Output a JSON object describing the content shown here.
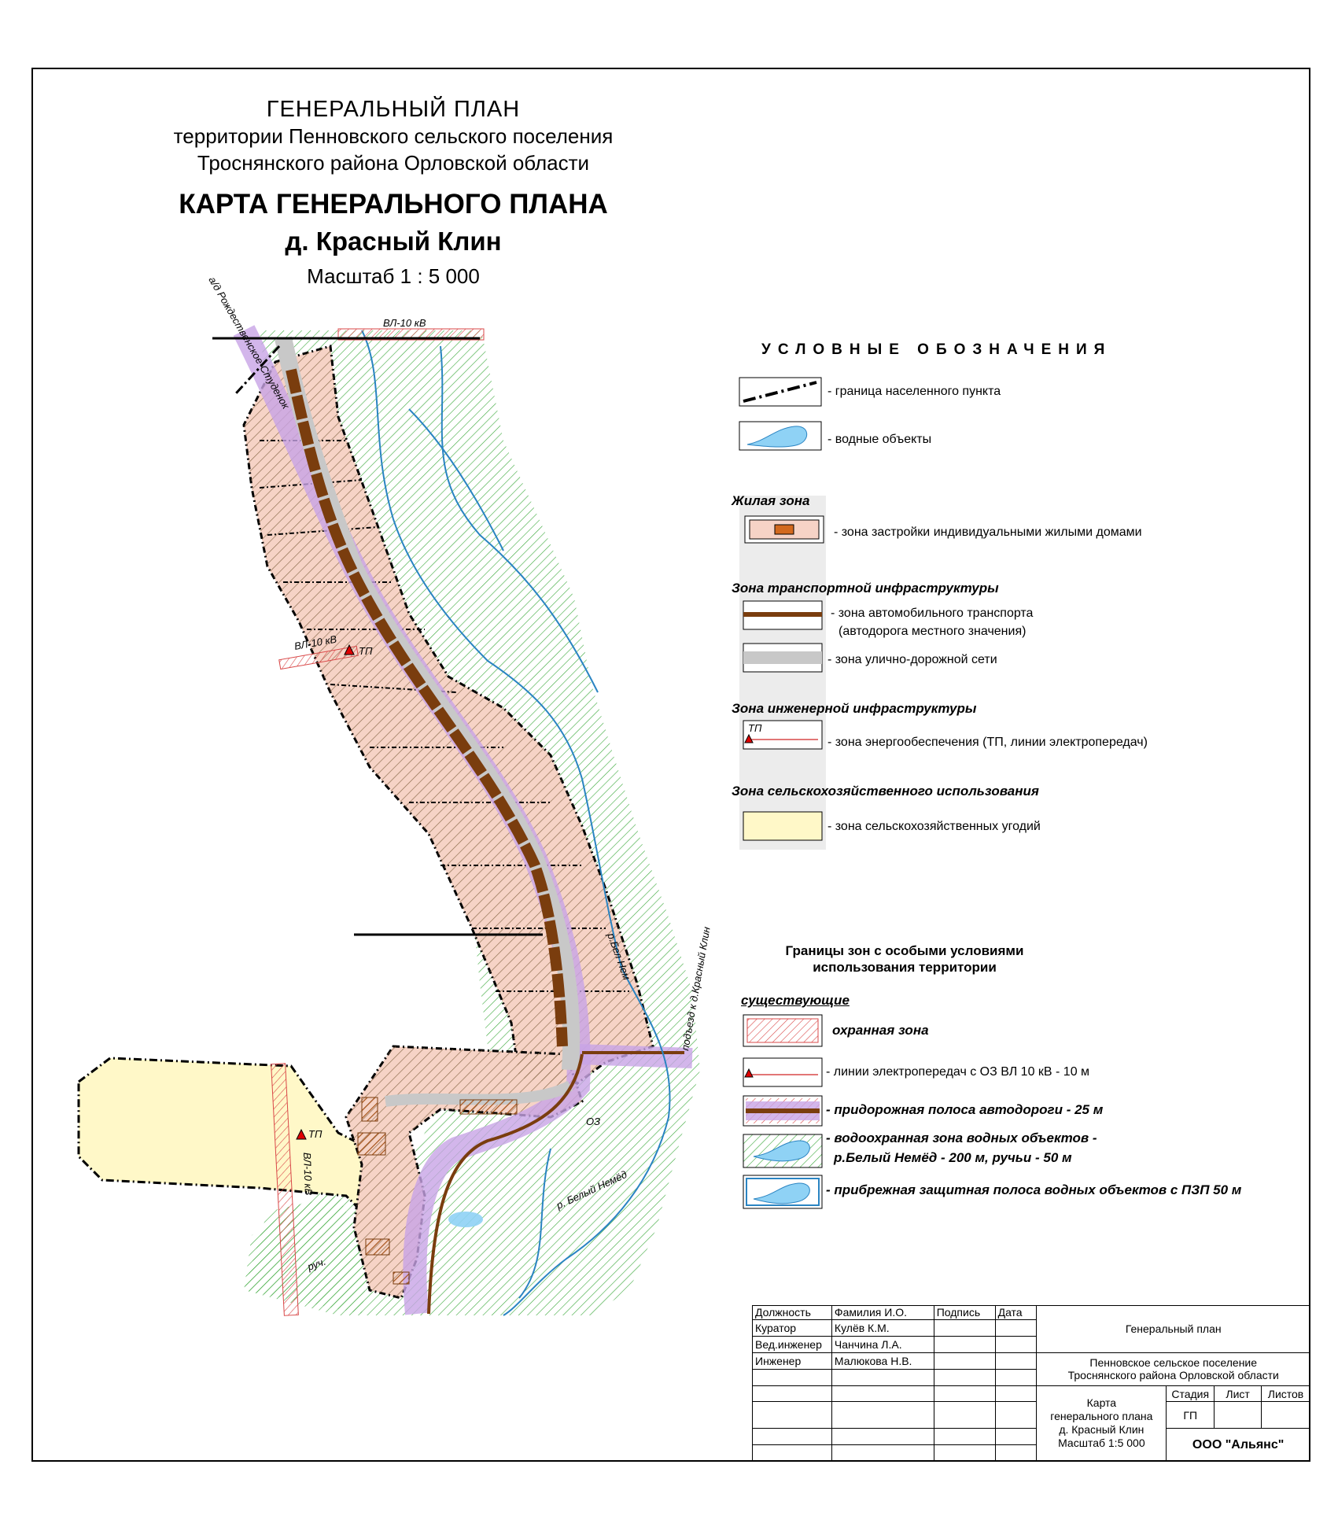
{
  "header": {
    "line1": "ГЕНЕРАЛЬНЫЙ  ПЛАН",
    "line2": "территории Пенновского сельского поселения",
    "line3": "Троснянского  района Орловской области",
    "line4": "КАРТА ГЕНЕРАЛЬНОГО ПЛАНА",
    "line5": "д. Красный Клин",
    "scale": "Масштаб 1 : 5 000"
  },
  "map_labels": {
    "road_north": "а/д Рождественское-Студенок",
    "vl_top": "ВЛ-10 кВ",
    "vl_mid": "ВЛ-10 кВ",
    "tp_mid": "ТП",
    "vl_south": "ВЛ-10 кВ",
    "tp_south": "ТП",
    "river": "р.Бел Нем",
    "river2": "р. Белый Немёд",
    "podiezd": "подъезд к д.Красный Клин",
    "ruch": "руч.",
    "oz": "ОЗ"
  },
  "legend": {
    "title": "УСЛОВНЫЕ  ОБОЗНАЧЕНИЯ",
    "boundary": "- граница населенного пункта",
    "water": "- водные объекты",
    "living_zone": "Жилая зона",
    "individual": "- зона застройки индивидуальными жилыми домами",
    "transport_zone": "Зона транспортной инфраструктуры",
    "auto_1": "- зона автомобильного транспорта",
    "auto_2": "(автодорога местного значения)",
    "street": "- зона улично-дорожной сети",
    "engineering_zone": "Зона инженерной инфраструктуры",
    "energy": "- зона энергообеспечения (ТП, линии электропередач)",
    "tp_sym": "ТП",
    "agri_zone": "Зона сельскохозяйственного использования",
    "agri": "- зона сельскохозяйственных угодий",
    "special_1": "Границы зон с особыми условиями",
    "special_2": "использования территории",
    "existing": "существующие",
    "protect": "охранная зона",
    "power": "- линии электропередач с ОЗ  ВЛ 10 кВ - 10 м",
    "roadside": "- придорожная полоса автодороги  - 25 м",
    "waterprot_1": "- водоохранная зона водных объектов -",
    "waterprot_2": "р.Белый Немёд - 200 м, ручьи - 50 м",
    "coastal": "- прибрежная защитная полоса водных объектов с ПЗП 50 м"
  },
  "stamp": {
    "h_role": "Должность",
    "h_name": "Фамилия И.О.",
    "h_sign": "Подпись",
    "h_date": "Дата",
    "r1_role": "Куратор",
    "r1_name": "Кулёв К.М.",
    "r2_role": "Вед.инженер",
    "r2_name": "Чанчина Л.А.",
    "r3_role": "Инженер",
    "r3_name": "Малюкова Н.В.",
    "doc": "Генеральный план",
    "org_1": "Пенновское сельское поселение",
    "org_2": "Троснянского района  Орловской области",
    "sheet_1": "Карта",
    "sheet_2": "генерального плана",
    "sheet_3": "д. Красный Клин",
    "sheet_4": "Масштаб 1:5 000",
    "stage_h": "Стадия",
    "list_h": "Лист",
    "lists_h": "Листов",
    "stage": "ГП",
    "company": "ООО \"Альянс\""
  },
  "colors": {
    "residential": "#f6d3c6",
    "hatch_green": "#3aa83a",
    "water": "#8fd2f5",
    "road_brown": "#7a3d0e",
    "street_grey": "#c8c8c8",
    "agri": "#fff8c8",
    "protect_red": "#d94848",
    "roadside_purple": "#b78ad8",
    "stream_blue": "#2a84c2"
  }
}
